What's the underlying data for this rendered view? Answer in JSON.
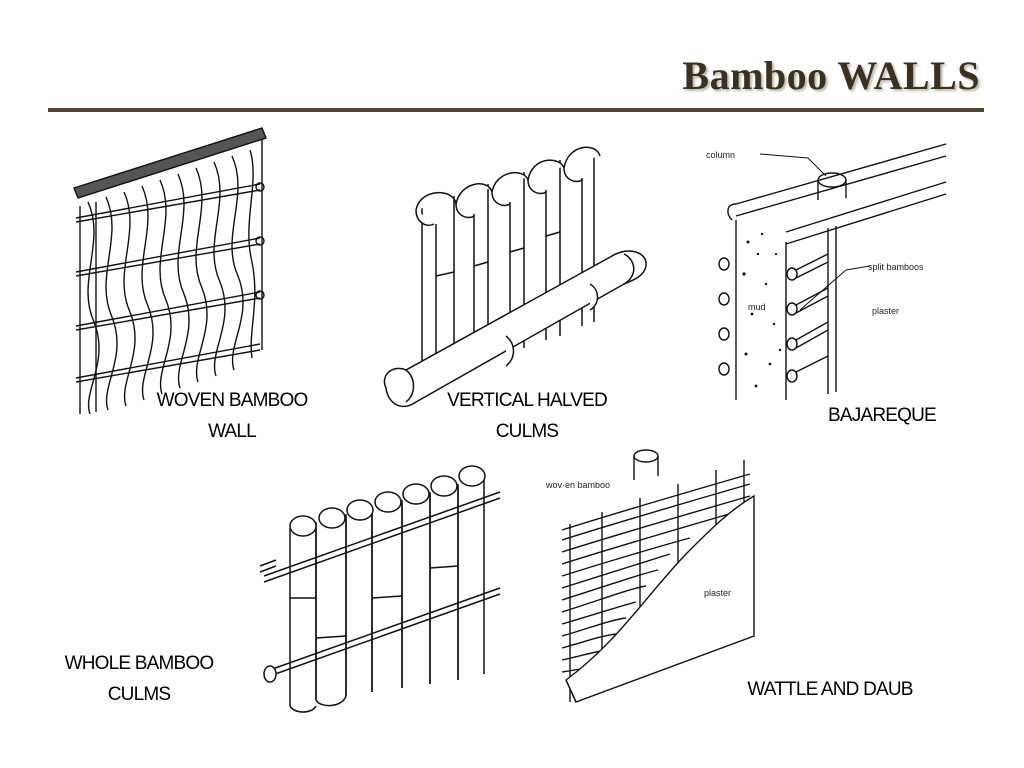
{
  "title": "Bamboo WALLS",
  "figures": {
    "woven": {
      "caption_line1": "WOVEN BAMBOO",
      "caption_line2": "WALL"
    },
    "vertical": {
      "caption_line1": "VERTICAL HALVED",
      "caption_line2": "CULMS"
    },
    "bajareque": {
      "caption": "BAJAREQUE",
      "labels": {
        "column": "column",
        "split_bamboos": "split  bamboos",
        "mud": "mud",
        "plaster": "plaster"
      }
    },
    "whole": {
      "caption_line1": "WHOLE BAMBOO",
      "caption_line2": "CULMS"
    },
    "wattle": {
      "caption": "WATTLE AND DAUB",
      "labels": {
        "woven_bamboo": "wov·en bamboo",
        "plaster": "plaster"
      }
    }
  }
}
